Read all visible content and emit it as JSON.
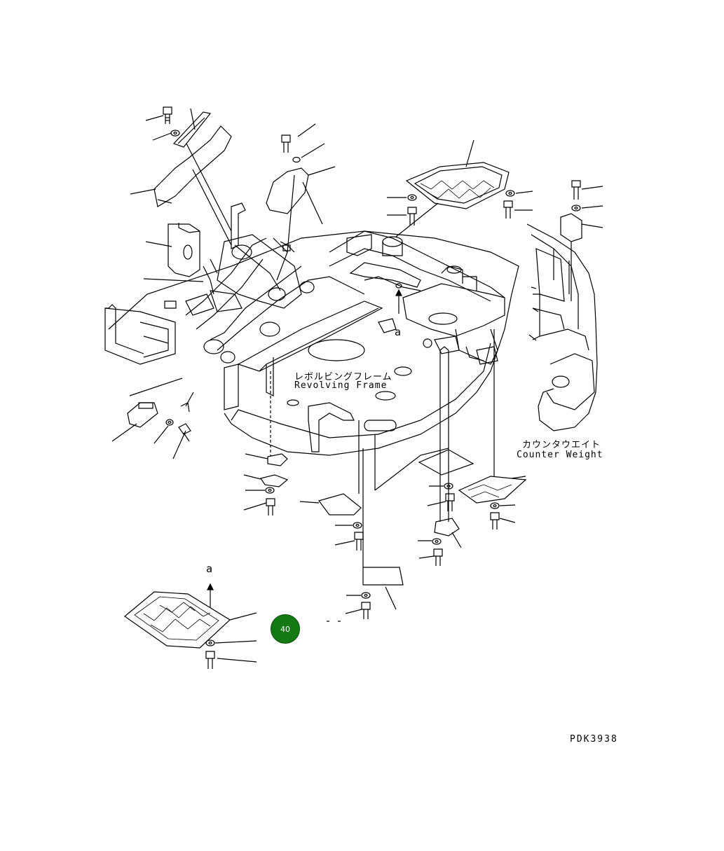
{
  "labels": {
    "revolving_frame_jp": "レボルビングフレーム",
    "revolving_frame_en": "Revolving Frame",
    "counter_weight_jp": "カウンタウエイト",
    "counter_weight_en": "Counter Weight",
    "view_mark_a_top": "a",
    "view_mark_a_bottom": "a",
    "drawing_code": "PDK3938"
  },
  "callouts": [
    {
      "number": "40",
      "color": "#137a13"
    }
  ]
}
